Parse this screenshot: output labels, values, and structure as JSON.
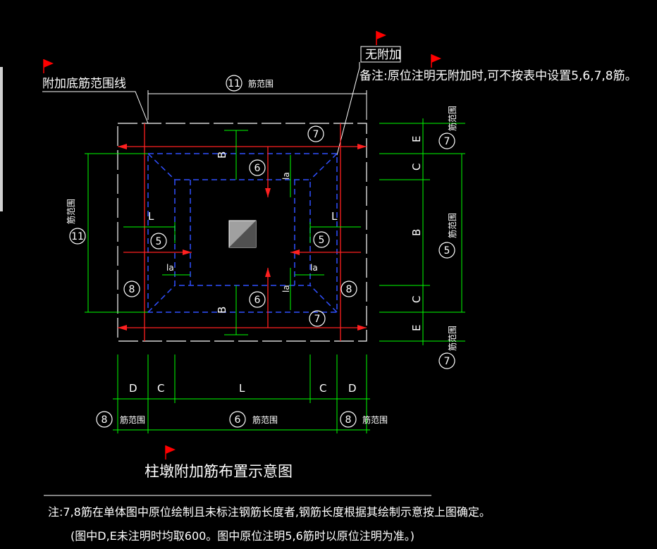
{
  "labels": {
    "range_line": "附加底筋范围线",
    "no_add_box": "无附加",
    "remark": "备注:原位注明无附加时,可不按表中设置5,6,7,8筋。",
    "title": "柱墩附加筋布置示意图",
    "note_line1": "注:7,8筋在单体图中原位绘制且未标注钢筋长度者,钢筋长度根据其绘制示意按上图确定。",
    "note_line2": "(图中D,E未注明时均取600。图中原位注明5,6筋时以原位注明为准。)",
    "range_word": "筋范围"
  },
  "markers": {
    "n5": "5",
    "n6": "6",
    "n7": "7",
    "n8": "8",
    "n11": "11"
  },
  "dims": {
    "B": "B",
    "C": "C",
    "D": "D",
    "E": "E",
    "L": "L",
    "la": "la"
  },
  "colors": {
    "background": "#000000",
    "dim_lines": "#00ff00",
    "rebar": "#ff2020",
    "dashed": "#3050ff",
    "text": "#ffffff",
    "flag": "#ff0000"
  }
}
